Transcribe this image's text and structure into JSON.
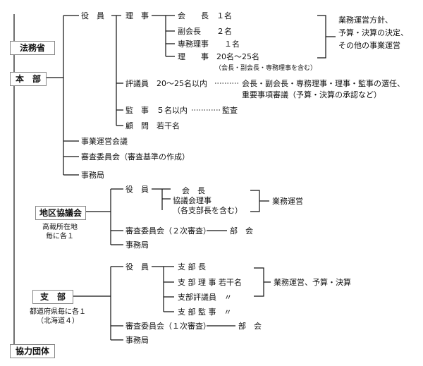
{
  "left": {
    "ministry": "法務省",
    "honbu": "本　部",
    "chiku": "地区協議会",
    "chiku_note": [
      "高裁所在地",
      "毎に各１"
    ],
    "shibu": "支　部",
    "shibu_note": [
      "都道府県毎に各１",
      "（北海道４）"
    ],
    "kyoryoku": "協力団体"
  },
  "honbu": {
    "yakuin": "役　員",
    "riji": "理　事",
    "kaicho": "会　　長　１名",
    "fuku": "副会長　　２名",
    "senmu": "専務理事　　１名",
    "riji_count": "理　　事　20名～25名",
    "riji_note": "（会長・副会長・専務理事を含む）",
    "duties": [
      "業務運営方針、",
      "予算・決算の決定、",
      "その他の事業運営"
    ],
    "hyogi": "評議員　20～25名以内",
    "hyogi_desc1": "会長・副会長・専務理事・理事・監事の選任、",
    "hyogi_desc2": "重要事項審議（予算・決算の承認など）",
    "kanji": "監　事　５名以内",
    "kansa": "監査",
    "komon": "顧　問　若干名",
    "unei": "事業運営会議",
    "shinsa": "審査委員会（審査基準の作成）",
    "jimu": "事務局"
  },
  "chiku": {
    "yakuin": "役　員",
    "kaicho": "会　長",
    "riji": "協議会理事",
    "riji_note": "（各支部長を含む）",
    "gyomu": "業務運営",
    "shinsa": "審査委員会（２次審査）",
    "bukai": "部　会",
    "jimu": "事務局"
  },
  "shibu": {
    "yakuin": "役　員",
    "shibucho": "支 部 長",
    "riji": "支 部 理 事 若干名",
    "hyogi": "支部評議員　〃",
    "kanji": "支 部 監 事　〃",
    "gyomu": "業務運営、予算・決算",
    "shinsa": "審査委員会（１次審査）",
    "bukai": "部　会",
    "jimu": "事務局"
  }
}
